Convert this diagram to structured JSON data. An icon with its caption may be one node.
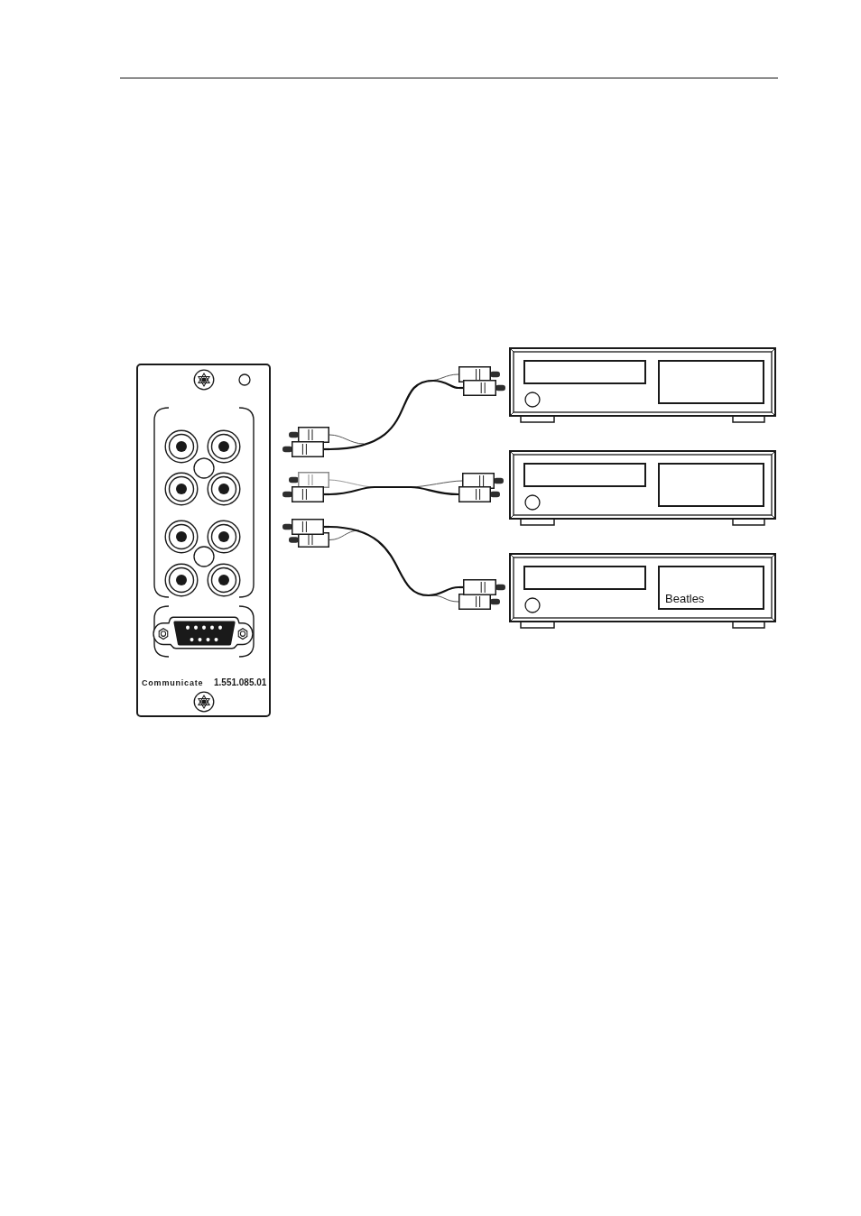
{
  "diagram": {
    "nodes": [
      {
        "text": [
          "Communicate",
          "1.551.085.01"
        ]
      },
      {
        "text": [],
        "shape": "plug"
      },
      {
        "text": [],
        "shape": "plug"
      },
      {
        "text": [],
        "shape": "picture"
      },
      {
        "text": [],
        "shape": "plug"
      },
      {
        "text": [],
        "shape": "plug"
      },
      {
        "text": [],
        "shape": "picture"
      },
      {
        "text": [],
        "shape": "plug"
      },
      {
        "text": [],
        "shape": "plug"
      },
      {
        "text": [
          "Beatles"
        ]
      }
    ],
    "edges": [
      {
        "from": 1,
        "to": 2,
        "arrow": "none"
      },
      {
        "from": 4,
        "to": 5,
        "arrow": "none"
      },
      {
        "from": 7,
        "to": 8,
        "arrow": "none"
      }
    ]
  }
}
